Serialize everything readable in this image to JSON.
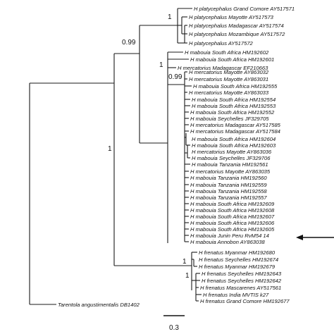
{
  "tree": {
    "support": {
      "root": "1",
      "platycephalus": "0.99",
      "platy_inner": "1",
      "mabouia_clade": "1",
      "mabouia_inner": "0.99",
      "frenatus_clade": "1",
      "frenatus_inner": "1"
    },
    "tips": [
      "H platycephalus Grand Comore AY517571",
      "H platycephalus Mayotte AY517573",
      "H platycephalus Madagascar AY517574",
      "H platycephalus Mozambique AY517572",
      "H platycephalus AY517572",
      "H mabouia South Africa HM192602",
      "H mabouia South Africa HM192601",
      "H mercatorius Madagascar EF210663",
      "H mercatorius Mayotte AY863032",
      "H mercatorius Mayotte AY863031",
      "H mabouia South Africa HM192555",
      "H mercatorius Mayotte AY863033",
      "H mabouia South Africa HM192554",
      "H mabouia South Africa HM192553",
      "H mabouia South Africa HM192552",
      "H mabouia Seychelles JF329705",
      "H mercatorius Madagascar AY517585",
      "H mercatorius Madagascar AY517584",
      "H mabouia South Africa HM192604",
      "H mabouia South Africa HM192603",
      "H mercatorius Mayotte AY863036",
      "H mabouia Seychelles JF329706",
      "H mabouia Tanzania HM192561",
      "H mercatorius Mayotte AY863035",
      "H mabouia Tanzania HM192560",
      "H mabouia Tanzania HM192559",
      "H mabouia Tanzania HM192558",
      "H mabouia Tanzania HM192557",
      "H mabouia South Africa HM192609",
      "H mabouia South Africa HM192608",
      "H mabouia South Africa HM192607",
      "H mabouia South Africa HM192606",
      "H mabouia South Africa HM192605",
      "H mabouia Junin Peru RvM54 14",
      "H mabouia Annobon AY863038",
      "H frenatus Myanmar HM192680",
      "H frenatus Seychelles HM192674",
      "H frenatus Myanmar HM192679",
      "H frenatus Seychelles HM192643",
      "H frenatus Seychelles HM192642",
      "H frenatus Mascarenes AY517561",
      "H frenatus India MVTIS k27",
      "H frenatus Grand Comore HM192677"
    ],
    "outgroup": "Tarentola angustimentalis DB1402",
    "scale_label": "0.3"
  }
}
